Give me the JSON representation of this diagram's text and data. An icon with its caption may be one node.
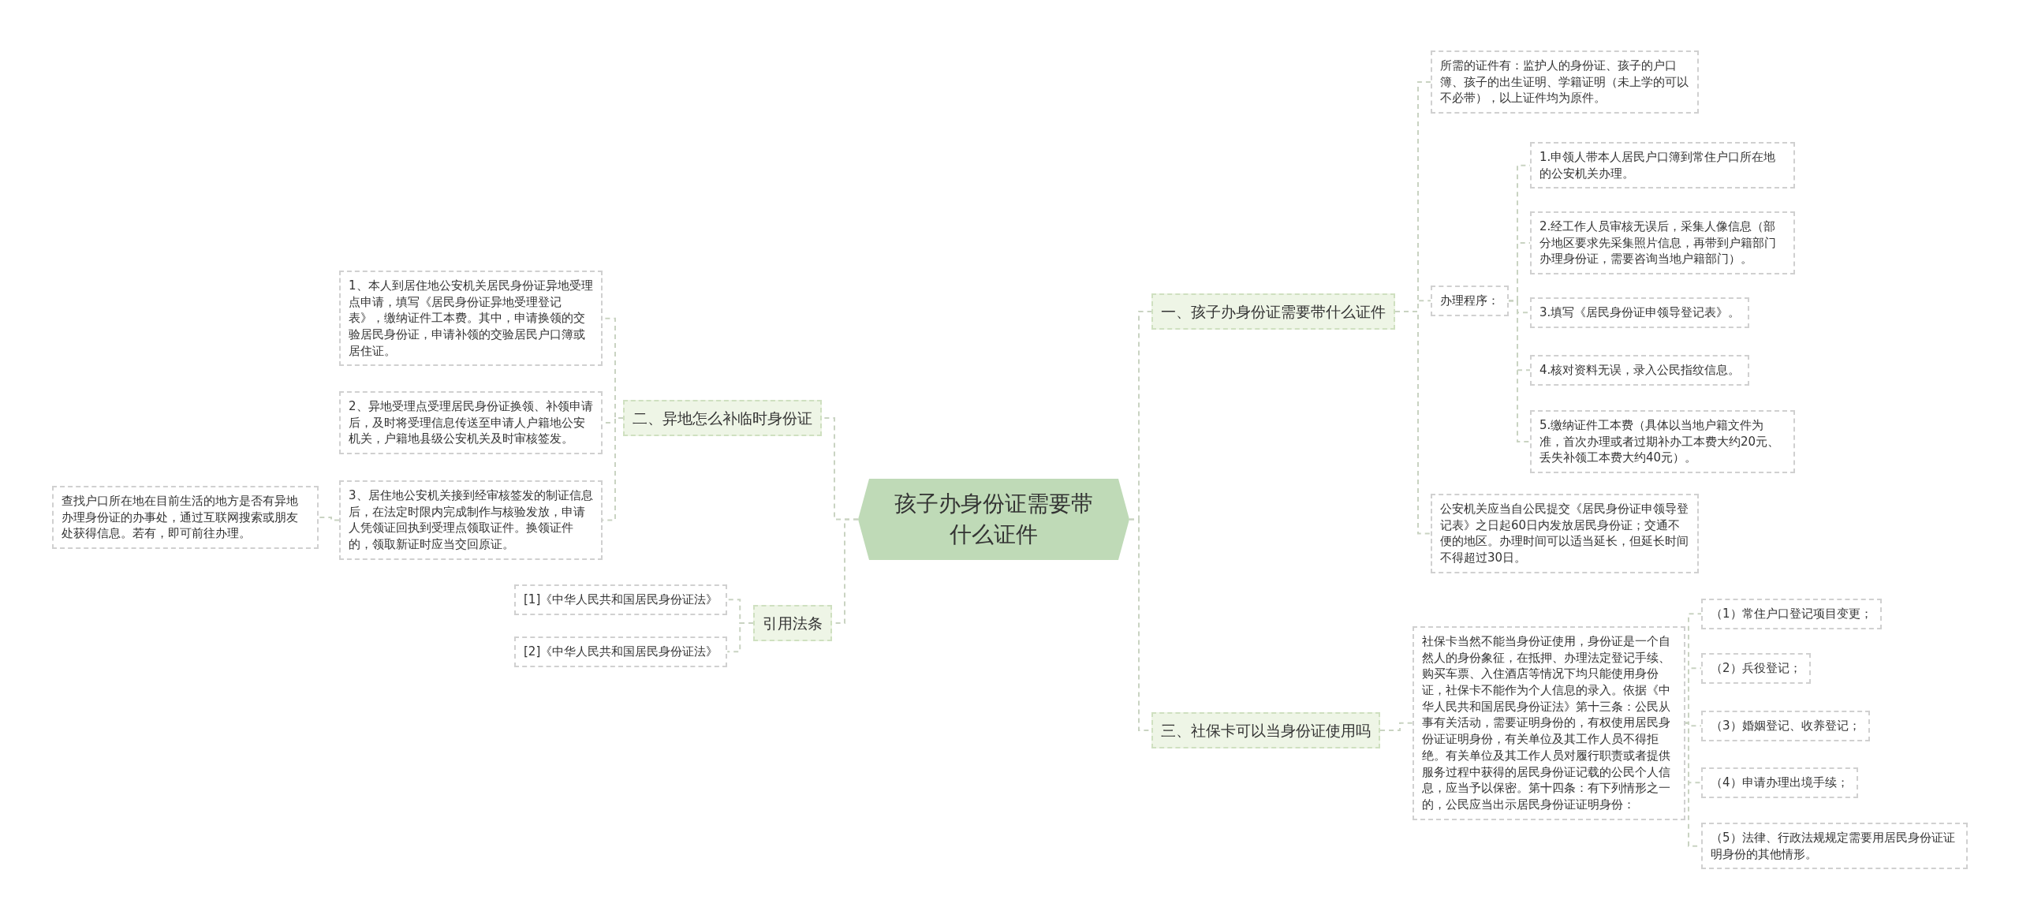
{
  "diagram": {
    "nodes": [
      {
        "text": [
          "孩子办身份证需要带什么证件"
        ]
      },
      {
        "text": [
          "一、孩子办身份证需要带什么证件"
        ]
      },
      {
        "text": [
          "所需的证件有：监护人的身份证、孩子的户口簿、孩子的出生证明、学籍证明（未上学的可以不必带），以上证件均为原件。"
        ]
      },
      {
        "text": [
          "办理程序："
        ]
      },
      {
        "text": [
          "1.申领人带本人居民户口簿到常住户口所在地的公安机关办理。"
        ]
      },
      {
        "text": [
          "2.经工作人员审核无误后，采集人像信息（部分地区要求先采集照片信息，再带到户籍部门办理身份证，需要咨询当地户籍部门）。"
        ]
      },
      {
        "text": [
          "3.填写《居民身份证申领导登记表》。"
        ]
      },
      {
        "text": [
          "4.核对资料无误，录入公民指纹信息。"
        ]
      },
      {
        "text": [
          "5.缴纳证件工本费（具体以当地户籍文件为准，首次办理或者过期补办工本费大约20元、丢失补领工本费大约40元）。"
        ]
      },
      {
        "text": [
          "公安机关应当自公民提交《居民身份证申领导登记表》之日起60日内发放居民身份证；交通不便的地区。办理时间可以适当延长，但延长时间不得超过30日。"
        ]
      },
      {
        "text": [
          "三、社保卡可以当身份证使用吗"
        ]
      },
      {
        "text": [
          "社保卡当然不能当身份证使用，身份证是一个自然人的身份象征，在抵押、办理法定登记手续、购买车票、入住酒店等情况下均只能使用身份证，社保卡不能作为个人信息的录入。依据《中华人民共和国居民身份证法》第十三条：公民从事有关活动，需要证明身份的，有权使用居民身份证证明身份，有关单位及其工作人员不得拒绝。有关单位及其工作人员对履行职责或者提供服务过程中获得的居民身份证记载的公民个人信息，应当予以保密。第十四条：有下列情形之一的，公民应当出示居民身份证证明身份："
        ]
      },
      {
        "text": [
          "（1）常住户口登记项目变更；"
        ]
      },
      {
        "text": [
          "（2）兵役登记；"
        ]
      },
      {
        "text": [
          "（3）婚姻登记、收养登记；"
        ]
      },
      {
        "text": [
          "（4）申请办理出境手续；"
        ]
      },
      {
        "text": [
          "（5）法律、行政法规规定需要用居民身份证证明身份的其他情形。"
        ]
      },
      {
        "text": [
          "二、异地怎么补临时身份证"
        ]
      },
      {
        "text": [
          "1、本人到居住地公安机关居民身份证异地受理点申请，填写《居民身份证异地受理登记表》，缴纳证件工本费。其中，申请换领的交验居民身份证，申请补领的交验居民户口簿或居住证。"
        ]
      },
      {
        "text": [
          "2、异地受理点受理居民身份证换领、补领申请后，及时将受理信息传送至申请人户籍地公安机关，户籍地县级公安机关及时审核签发。"
        ]
      },
      {
        "text": [
          "3、居住地公安机关接到经审核签发的制证信息后，在法定时限内完成制作与核验发放，申请人凭领证回执到受理点领取证件。换领证件的，领取新证时应当交回原证。"
        ]
      },
      {
        "text": [
          "查找户口所在地在目前生活的地方是否有异地办理身份证的办事处，通过互联网搜索或朋友处获得信息。若有，即可前往办理。"
        ]
      },
      {
        "text": [
          "引用法条"
        ]
      },
      {
        "text": [
          "[1]《中华人民共和国居民身份证法》"
        ]
      },
      {
        "text": [
          "[2]《中华人民共和国居民身份证法》"
        ]
      }
    ],
    "edges": [
      {
        "from": 0,
        "to": 1,
        "arrow": "none"
      },
      {
        "from": 0,
        "to": 10,
        "arrow": "none"
      },
      {
        "from": 0,
        "to": 17,
        "arrow": "none"
      },
      {
        "from": 0,
        "to": 22,
        "arrow": "none"
      },
      {
        "from": 1,
        "to": 2,
        "arrow": "none"
      },
      {
        "from": 1,
        "to": 3,
        "arrow": "none"
      },
      {
        "from": 1,
        "to": 9,
        "arrow": "none"
      },
      {
        "from": 3,
        "to": 4,
        "arrow": "none"
      },
      {
        "from": 3,
        "to": 5,
        "arrow": "none"
      },
      {
        "from": 3,
        "to": 6,
        "arrow": "none"
      },
      {
        "from": 3,
        "to": 7,
        "arrow": "none"
      },
      {
        "from": 3,
        "to": 8,
        "arrow": "none"
      },
      {
        "from": 10,
        "to": 11,
        "arrow": "none"
      },
      {
        "from": 11,
        "to": 12,
        "arrow": "none"
      },
      {
        "from": 11,
        "to": 13,
        "arrow": "none"
      },
      {
        "from": 11,
        "to": 14,
        "arrow": "none"
      },
      {
        "from": 11,
        "to": 15,
        "arrow": "none"
      },
      {
        "from": 11,
        "to": 16,
        "arrow": "none"
      },
      {
        "from": 17,
        "to": 18,
        "arrow": "none"
      },
      {
        "from": 17,
        "to": 19,
        "arrow": "none"
      },
      {
        "from": 17,
        "to": 20,
        "arrow": "none"
      },
      {
        "from": 20,
        "to": 21,
        "arrow": "none"
      },
      {
        "from": 22,
        "to": 23,
        "arrow": "none"
      },
      {
        "from": 22,
        "to": 24,
        "arrow": "none"
      }
    ]
  }
}
